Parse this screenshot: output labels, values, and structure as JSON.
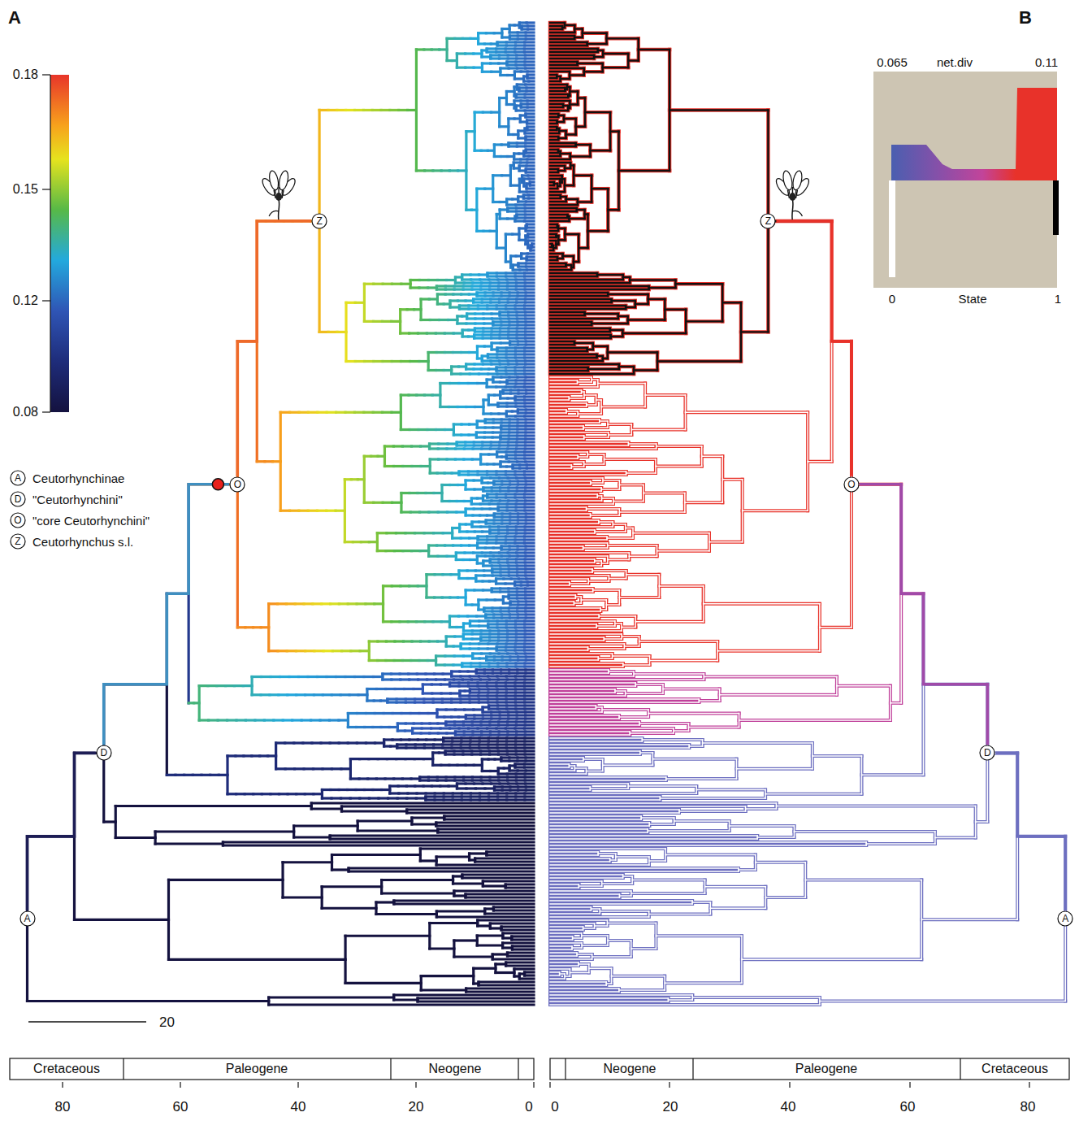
{
  "diagram": {
    "nodes": [
      {
        "text": [
          "A",
          "Ceutorhynchinae"
        ]
      },
      {
        "text": [
          "D",
          "\"Ceutorhynchini\""
        ]
      },
      {
        "text": [
          "O",
          "\"core Ceutorhynchini\""
        ]
      },
      {
        "text": [
          "Z",
          "Ceutorhynchus s.l."
        ]
      },
      {
        "text": [
          "Z"
        ]
      },
      {
        "text": [
          "O"
        ]
      },
      {
        "text": [
          "D"
        ]
      },
      {
        "text": [
          "A"
        ]
      },
      {
        "text": [
          "Z"
        ]
      },
      {
        "text": [
          "O"
        ]
      },
      {
        "text": [
          "D"
        ]
      },
      {
        "text": [
          "A"
        ]
      }
    ],
    "edges": [
      {
        "from": 7,
        "to": 6,
        "arrow": "none"
      },
      {
        "from": 6,
        "to": 5,
        "arrow": "none"
      },
      {
        "from": 5,
        "to": 4,
        "arrow": "none"
      },
      {
        "from": 11,
        "to": 10,
        "arrow": "none"
      },
      {
        "from": 10,
        "to": 9,
        "arrow": "none"
      },
      {
        "from": 9,
        "to": 8,
        "arrow": "none"
      }
    ],
    "labels": [
      "A",
      "B",
      "0.18",
      "0.15",
      "0.12",
      "0.08",
      "20",
      "Cretaceous",
      "Paleogene",
      "Neogene",
      "80",
      "60",
      "40",
      "20",
      "0",
      "Neogene",
      "Paleogene",
      "Cretaceous",
      "0",
      "20",
      "40",
      "60",
      "80",
      "0.065",
      "net.div",
      "0.11",
      "0",
      "State",
      "1"
    ]
  }
}
